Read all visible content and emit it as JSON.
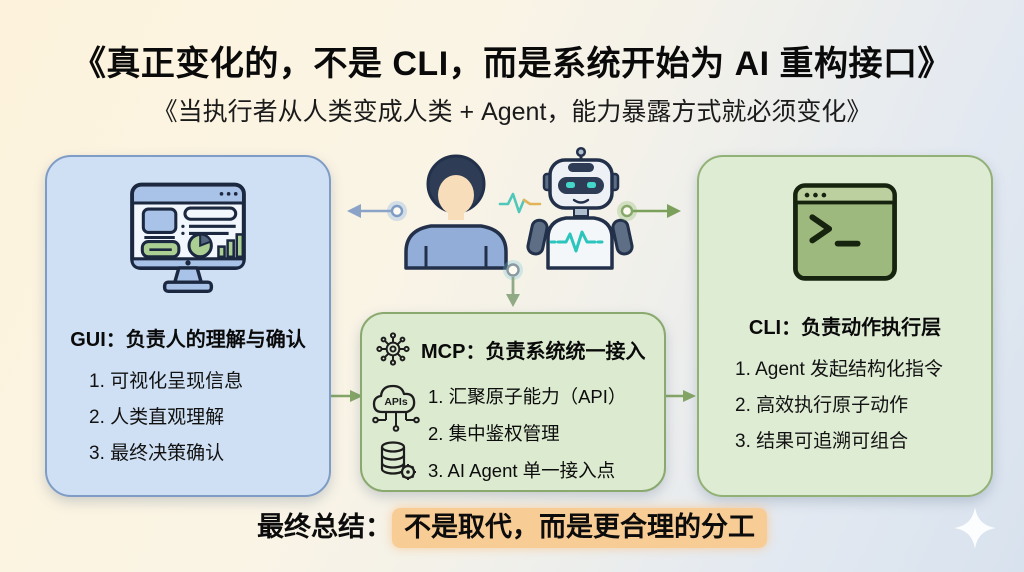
{
  "header": {
    "title": "《真正变化的，不是 CLI，而是系统开始为 AI 重构接口》",
    "subtitle": "《当执行者从人类变成人类 + Agent，能力暴露方式就必须变化》"
  },
  "cards": {
    "gui": {
      "title": "GUI：负责人的理解与确认",
      "items": [
        "1. 可视化呈现信息",
        "2. 人类直观理解",
        "3. 最终决策确认"
      ],
      "icon": "monitor-dashboard-icon",
      "bg": "#cfe0f4",
      "border": "#7f9cc6"
    },
    "mcp": {
      "title": "MCP：负责系统统一接入",
      "items": [
        "1. 汇聚原子能力（API）",
        "2. 集中鉴权管理",
        "3. AI Agent 单一接入点"
      ],
      "icons": [
        "hub-icon",
        "cloud-apis-icon",
        "database-gear-icon"
      ],
      "cloud_label": "APIs",
      "bg": "#dcead0",
      "border": "#8aa96e"
    },
    "cli": {
      "title": "CLI：负责动作执行层",
      "items": [
        "1. Agent 发起结构化指令",
        "2. 高效执行原子动作",
        "3. 结果可追溯可组合"
      ],
      "icon": "terminal-icon",
      "bg": "#dfecd4",
      "border": "#92b176"
    }
  },
  "center_figure": {
    "description": "human-and-robot-illustration"
  },
  "summary": {
    "label": "最终总结：",
    "highlight": "不是取代，而是更合理的分工",
    "highlight_bg": "#f8cc95"
  },
  "colors": {
    "background_left": "#fdf3dc",
    "background_right": "#d8e2ee",
    "arrow_blue": "#8aa3c6",
    "arrow_green": "#7ba05b",
    "pulse_teal": "#2cc5bd"
  }
}
